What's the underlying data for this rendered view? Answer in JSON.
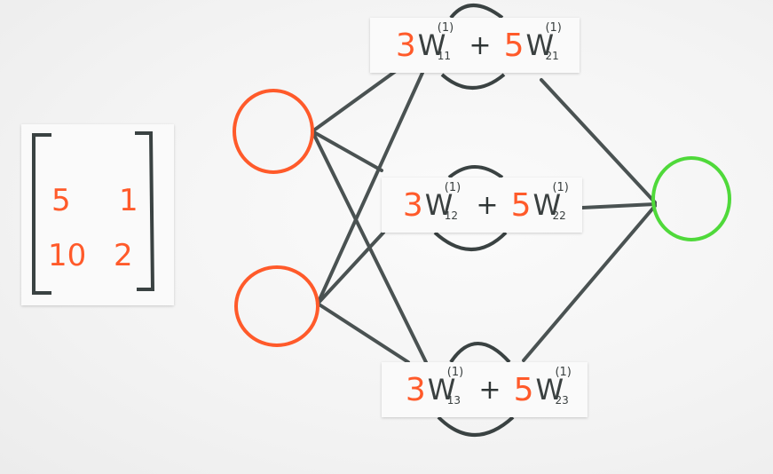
{
  "matrix": {
    "rows": [
      [
        "5",
        "1"
      ],
      [
        "10",
        "2"
      ]
    ]
  },
  "hidden": [
    {
      "c1": "3",
      "w1_sup": "(1)",
      "w1_sub": "11",
      "op": "+",
      "c2": "5",
      "w2_sup": "(1)",
      "w2_sub": "21"
    },
    {
      "c1": "3",
      "w1_sup": "(1)",
      "w1_sub": "12",
      "op": "+",
      "c2": "5",
      "w2_sup": "(1)",
      "w2_sub": "22"
    },
    {
      "c1": "3",
      "w1_sup": "(1)",
      "w1_sub": "13",
      "op": "+",
      "c2": "5",
      "w2_sup": "(1)",
      "w2_sub": "23"
    }
  ],
  "w_letter": "W",
  "colors": {
    "input_node": "#ff5a2a",
    "output_node": "#4fd93a",
    "edge": "#4a5252",
    "coefficient": "#ff5a2a"
  }
}
